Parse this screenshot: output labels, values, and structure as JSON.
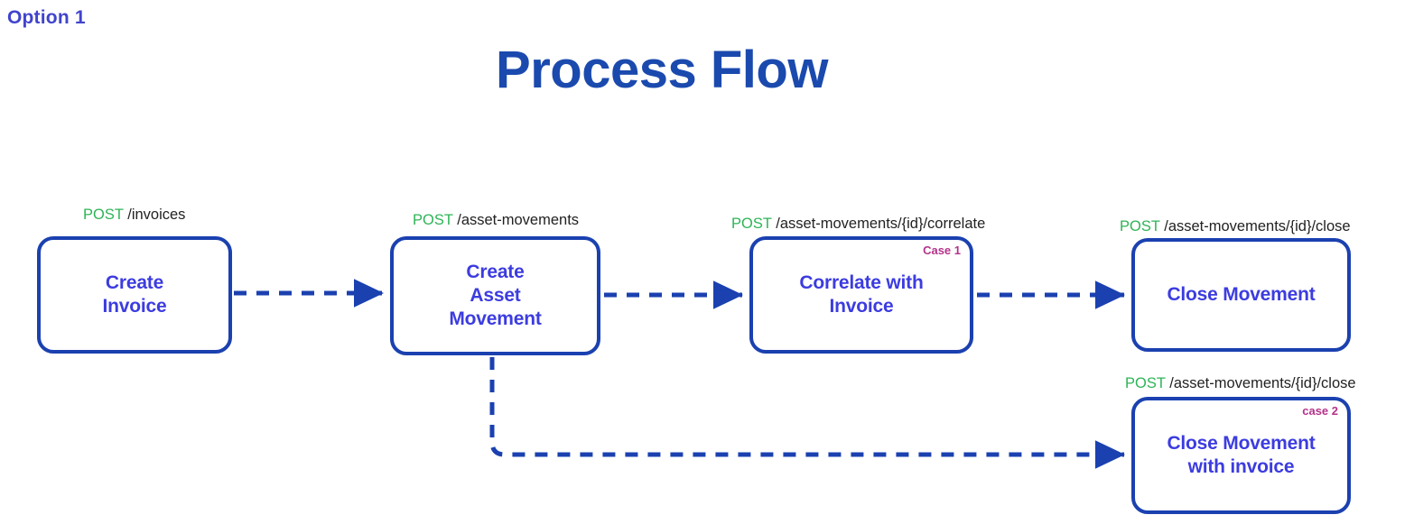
{
  "header": {
    "option_label": "Option 1",
    "title": "Process Flow"
  },
  "colors": {
    "node_border": "#1B41B0",
    "node_text": "#3C3CE0",
    "title": "#1B4AAE",
    "option_label": "#4044CC",
    "verb_green": "#2EB457",
    "badge_magenta": "#B5338A",
    "connector": "#1B41B0",
    "background": "#FFFFFF"
  },
  "diagram": {
    "nodes": [
      {
        "id": "create-invoice",
        "label": "Create\nInvoice",
        "label_line1": "Create",
        "label_line2": "Invoice",
        "badge": "",
        "endpoint_verb": "POST",
        "endpoint_path": "/invoices"
      },
      {
        "id": "create-asset-movement",
        "label": "Create\nAsset\nMovement",
        "label_line1": "Create",
        "label_line2": "Asset",
        "label_line3": "Movement",
        "badge": "",
        "endpoint_verb": "POST",
        "endpoint_path": "/asset-movements"
      },
      {
        "id": "correlate-with-invoice",
        "label": "Correlate with\nInvoice",
        "label_line1": "Correlate with",
        "label_line2": "Invoice",
        "badge": "Case 1",
        "endpoint_verb": "POST",
        "endpoint_path": "/asset-movements/{id}/correlate"
      },
      {
        "id": "close-movement",
        "label": "Close Movement",
        "label_line1": "Close Movement",
        "badge": "",
        "endpoint_verb": "POST",
        "endpoint_path": "/asset-movements/{id}/close"
      },
      {
        "id": "close-movement-with-invoice",
        "label": "Close Movement\nwith invoice",
        "label_line1": "Close Movement",
        "label_line2": "with invoice",
        "badge": "case 2",
        "endpoint_verb": "POST",
        "endpoint_path": "/asset-movements/{id}/close"
      }
    ],
    "edges": [
      {
        "from": "create-invoice",
        "to": "create-asset-movement",
        "style": "dashed-arrow"
      },
      {
        "from": "create-asset-movement",
        "to": "correlate-with-invoice",
        "style": "dashed-arrow"
      },
      {
        "from": "correlate-with-invoice",
        "to": "close-movement",
        "style": "dashed-arrow"
      },
      {
        "from": "create-asset-movement",
        "to": "close-movement-with-invoice",
        "style": "dashed-arrow-elbow"
      }
    ]
  }
}
